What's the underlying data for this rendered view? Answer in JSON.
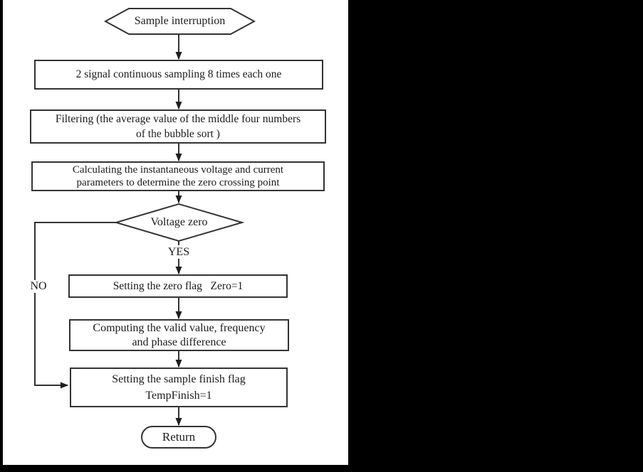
{
  "colors": {
    "background": "#ffffff",
    "mask": "#000000",
    "line": "#333333",
    "text": "#1b1b1b"
  },
  "nodes": {
    "start": {
      "shape": "hexagon",
      "label": "Sample interruption"
    },
    "sampling": {
      "shape": "process",
      "line1": "2 signal continuous sampling 8 times each one"
    },
    "filtering": {
      "shape": "process",
      "line1": "Filtering (the average value of the middle four numbers",
      "line2": "of the bubble sort )"
    },
    "calculating": {
      "shape": "process",
      "line1": "Calculating the instantaneous voltage and current",
      "line2": "parameters to determine the zero crossing point"
    },
    "decision": {
      "shape": "diamond",
      "label": "Voltage zero"
    },
    "zero_flag": {
      "shape": "process",
      "line1": "Setting the zero flag   Zero=1"
    },
    "computing": {
      "shape": "process",
      "line1": "Computing the valid value, frequency",
      "line2": "and phase difference"
    },
    "finish_flag": {
      "shape": "process",
      "line1": "Setting the sample finish flag",
      "line2": "TempFinish=1"
    },
    "terminal": {
      "shape": "stadium",
      "label": "Return"
    }
  },
  "branch_labels": {
    "yes": "YES",
    "no": "NO"
  }
}
